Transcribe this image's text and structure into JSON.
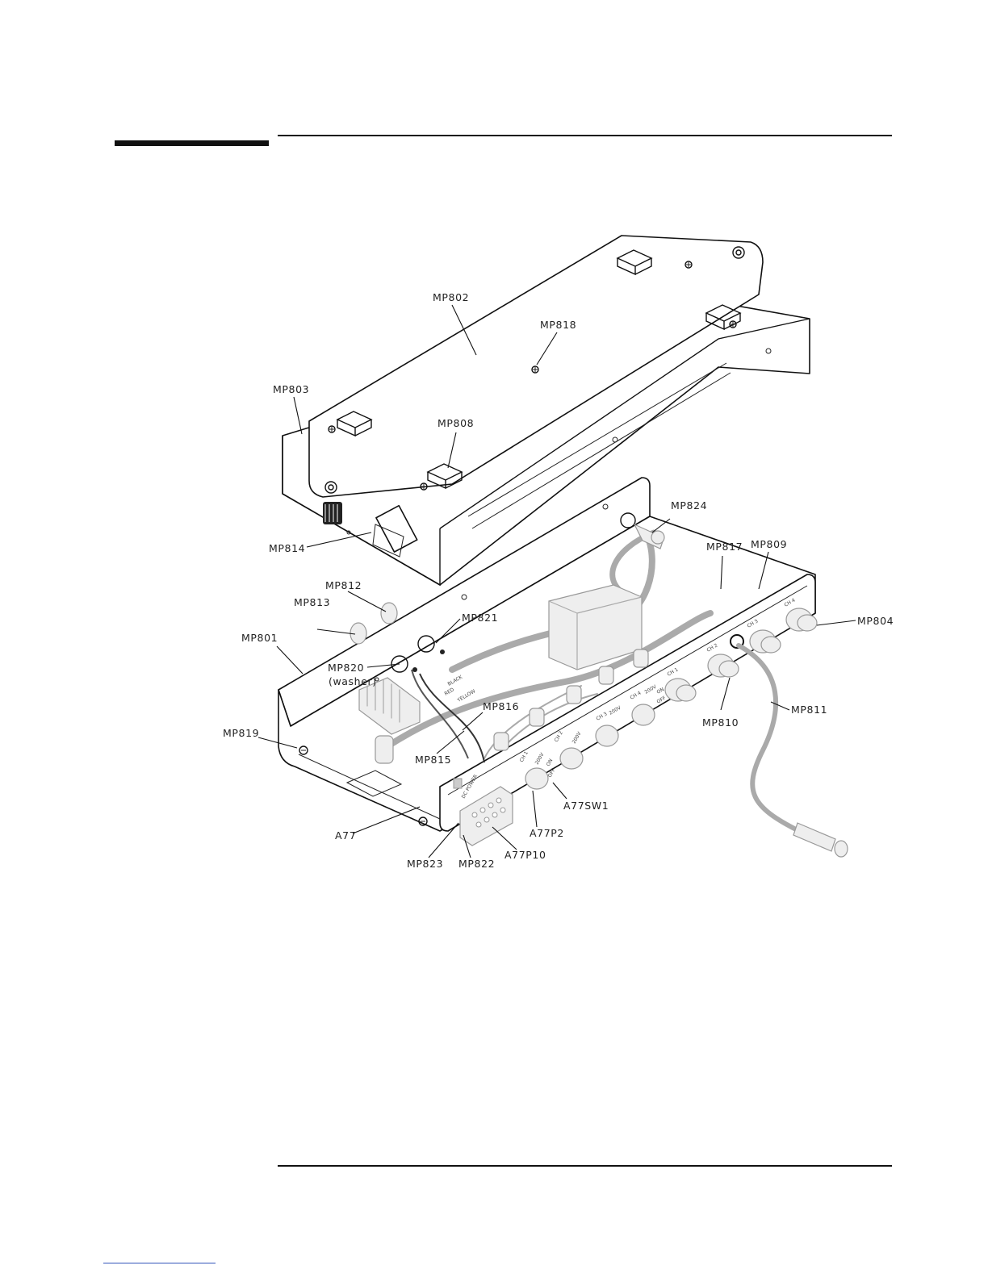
{
  "callouts": {
    "mp802": "MP802",
    "mp818": "MP818",
    "mp803": "MP803",
    "mp808": "MP808",
    "mp824": "MP824",
    "mp817": "MP817",
    "mp809": "MP809",
    "mp814": "MP814",
    "mp812": "MP812",
    "mp813": "MP813",
    "mp821": "MP821",
    "mp804": "MP804",
    "mp801": "MP801",
    "mp820": "MP820",
    "washer": "(washer)",
    "mp816": "MP816",
    "mp811": "MP811",
    "mp810": "MP810",
    "mp819": "MP819",
    "mp815": "MP815",
    "a77sw1": "A77SW1",
    "a77": "A77",
    "a77p2": "A77P2",
    "a77p10": "A77P10",
    "mp823": "MP823",
    "mp822": "MP822"
  },
  "panel_labels": {
    "ch1": "CH 1",
    "ch2": "CH 2",
    "ch3": "CH 3",
    "ch4": "CH 4",
    "v200": "200V",
    "on": "ON",
    "off": "OFF",
    "dc_power": "DC POWER",
    "yellow": "YELLOW",
    "red": "RED",
    "black": "BLACK"
  }
}
